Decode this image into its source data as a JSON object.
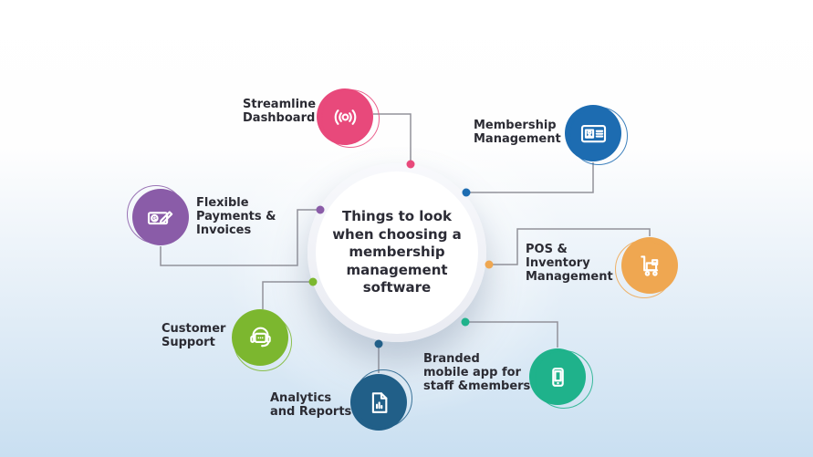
{
  "title": {
    "full": "Things to look when choosing a membership management software",
    "lines": [
      "Things to look",
      "when choosing a",
      "membership",
      "management",
      "software"
    ]
  },
  "connector": {
    "color": "#92929a"
  },
  "text_color": "#2b2b33",
  "items": [
    {
      "name": "Streamline Dashboard",
      "lines": [
        "Streamline",
        "Dashboard"
      ],
      "color": "#e8497b",
      "icon": "broadcast-icon"
    },
    {
      "name": "Membership Management",
      "lines": [
        "Membership",
        "Management"
      ],
      "color": "#1d6cb1",
      "icon": "id-card-icon"
    },
    {
      "name": "Flexible Payments & Invoices",
      "lines": [
        "Flexible",
        "Payments &",
        "Invoices"
      ],
      "color": "#8a5ca8",
      "icon": "invoice-pencil-icon"
    },
    {
      "name": "POS & Inventory Management",
      "lines": [
        "POS &",
        "Inventory",
        "Management"
      ],
      "color": "#efa751",
      "icon": "handtruck-icon"
    },
    {
      "name": "Customer Support",
      "lines": [
        "Customer",
        "Support"
      ],
      "color": "#7cb72f",
      "icon": "headset-icon"
    },
    {
      "name": "Branded mobile app for staff &members",
      "lines": [
        "Branded",
        "mobile app for",
        "staff &members"
      ],
      "color": "#1fb28b",
      "icon": "smartphone-icon"
    },
    {
      "name": "Analytics and Reports",
      "lines": [
        "Analytics",
        "and Reports"
      ],
      "color": "#215f88",
      "icon": "report-document-icon"
    }
  ]
}
